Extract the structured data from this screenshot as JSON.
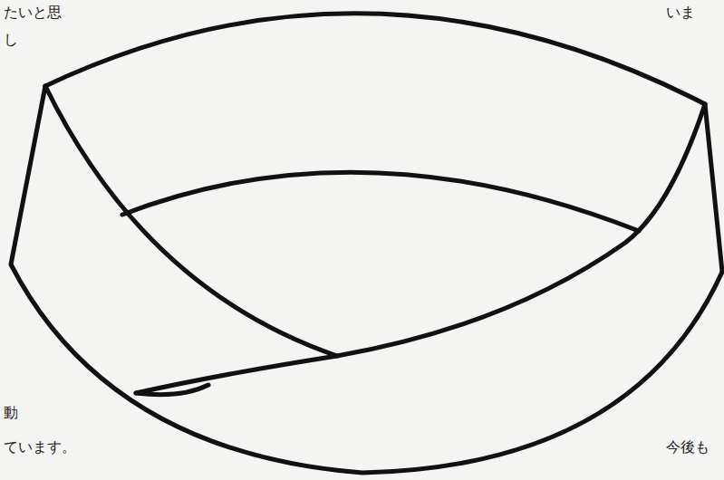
{
  "diagram": {
    "labels": [
      "たいと思",
      "し",
      "いま",
      "動",
      "ています。",
      "今後も"
    ]
  }
}
